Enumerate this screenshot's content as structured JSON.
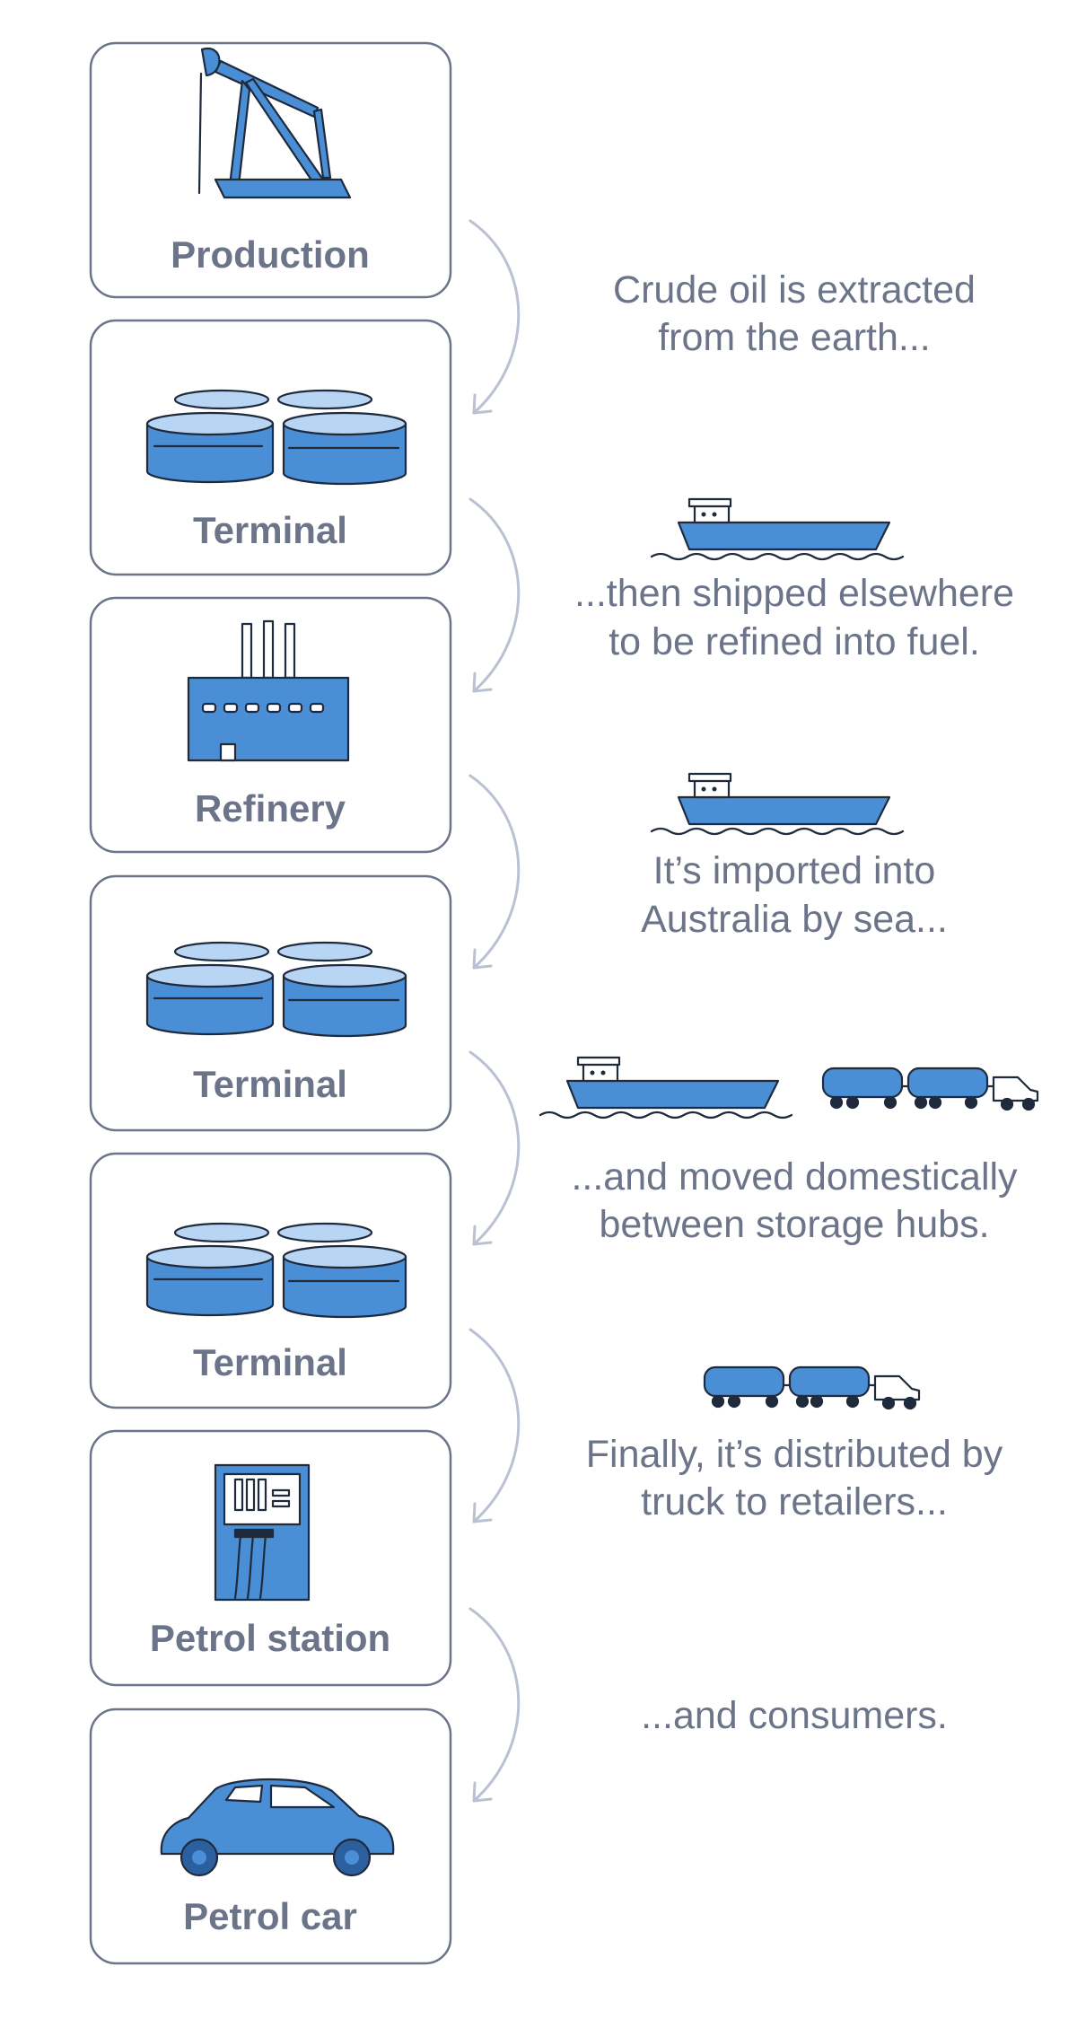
{
  "stages": [
    {
      "label": "Production",
      "icon": "oil-pump-icon"
    },
    {
      "label": "Terminal",
      "icon": "storage-tanks-icon"
    },
    {
      "label": "Refinery",
      "icon": "refinery-factory-icon"
    },
    {
      "label": "Terminal",
      "icon": "storage-tanks-icon"
    },
    {
      "label": "Terminal",
      "icon": "storage-tanks-icon"
    },
    {
      "label": "Petrol station",
      "icon": "fuel-pump-icon"
    },
    {
      "label": "Petrol car",
      "icon": "car-icon"
    }
  ],
  "steps": [
    {
      "lines": [
        "Crude oil is extracted",
        "from the earth..."
      ],
      "icons": []
    },
    {
      "lines": [
        "...then shipped elsewhere",
        "to be refined into fuel."
      ],
      "icons": [
        "ship-icon"
      ]
    },
    {
      "lines": [
        "It’s imported into",
        "Australia by sea..."
      ],
      "icons": [
        "ship-icon"
      ]
    },
    {
      "lines": [
        "...and moved domestically",
        "between storage hubs."
      ],
      "icons": [
        "ship-icon",
        "road-train-icon"
      ]
    },
    {
      "lines": [
        "Finally, it’s distributed by",
        "truck to retailers..."
      ],
      "icons": [
        "road-train-icon"
      ]
    },
    {
      "lines": [
        "...and consumers."
      ],
      "icons": []
    }
  ],
  "colors": {
    "text": "#6b7488",
    "box_border": "#6b7488",
    "arrow": "#b9c1d3",
    "icon_fill": "#4a8ed6"
  }
}
